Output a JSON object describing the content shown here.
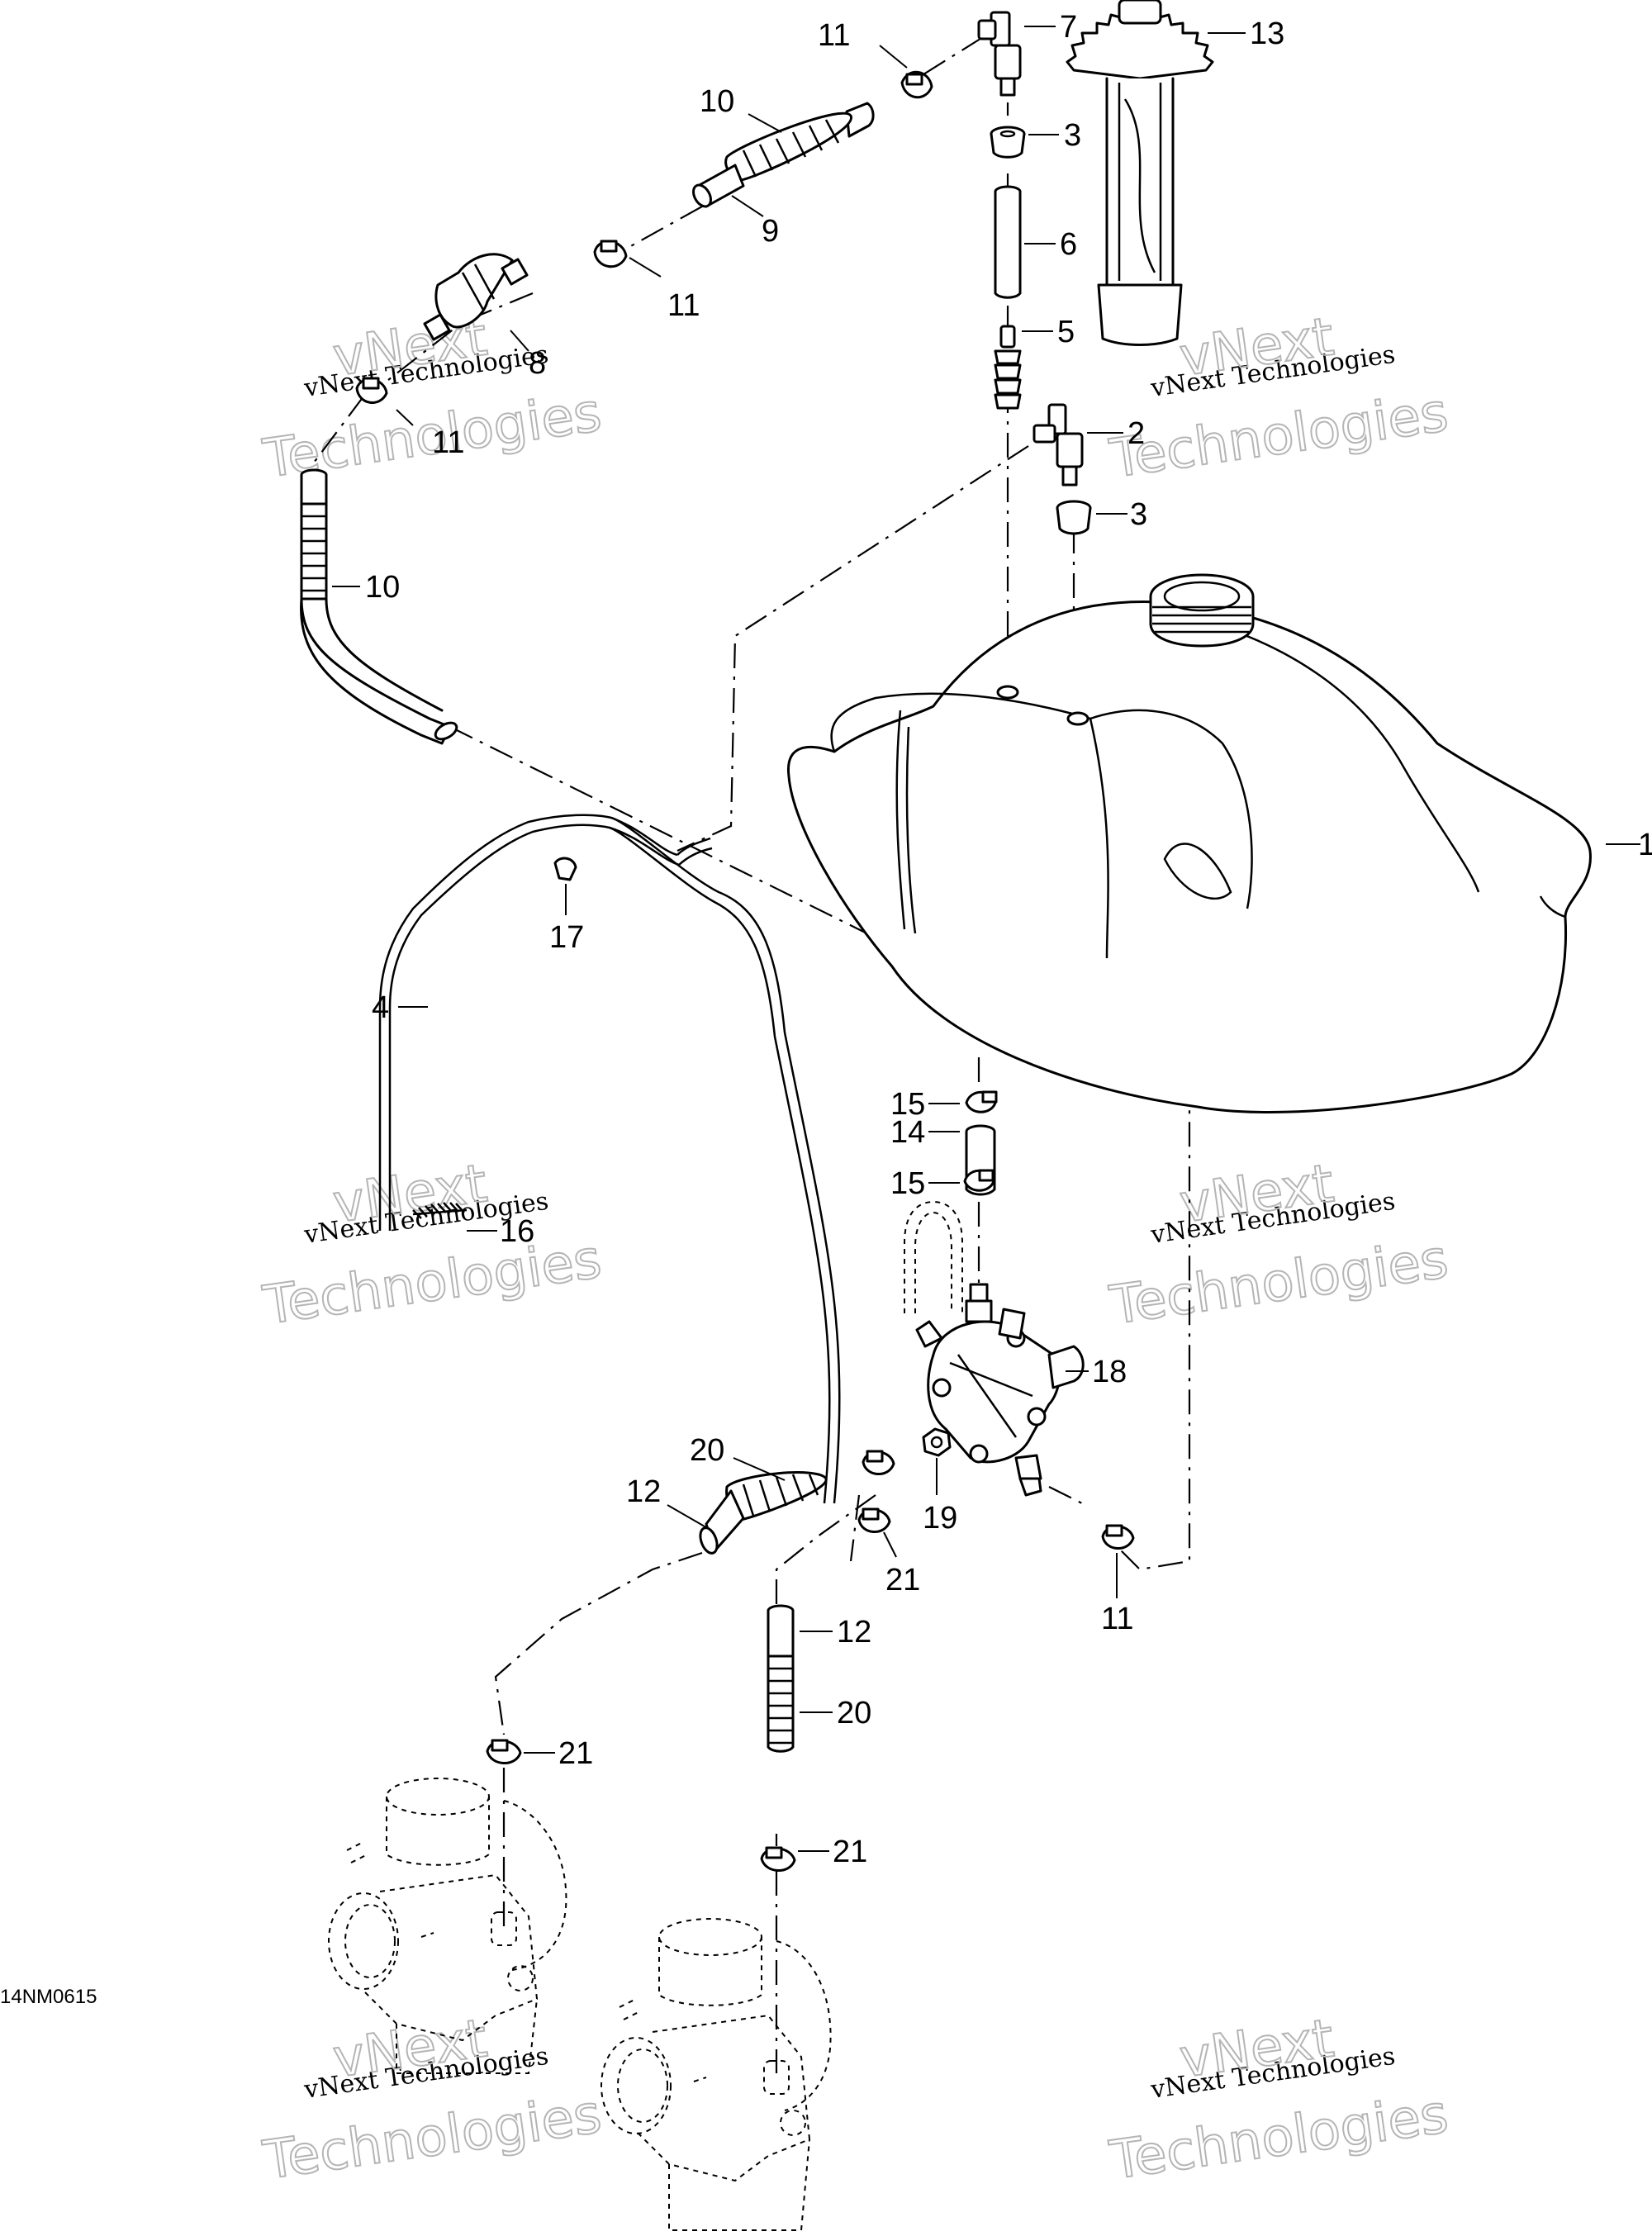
{
  "drawing_code": "14NM0615",
  "watermark": {
    "line1": "vNext Technologies",
    "line2": "Technologies",
    "arc": "vNext"
  },
  "callouts": [
    {
      "id": "c1",
      "text": "1"
    },
    {
      "id": "c2",
      "text": "2"
    },
    {
      "id": "c3a",
      "text": "3"
    },
    {
      "id": "c3b",
      "text": "3"
    },
    {
      "id": "c4",
      "text": "4"
    },
    {
      "id": "c5",
      "text": "5"
    },
    {
      "id": "c6",
      "text": "6"
    },
    {
      "id": "c7",
      "text": "7"
    },
    {
      "id": "c8",
      "text": "8"
    },
    {
      "id": "c9",
      "text": "9"
    },
    {
      "id": "c10a",
      "text": "10"
    },
    {
      "id": "c10b",
      "text": "10"
    },
    {
      "id": "c11a",
      "text": "11"
    },
    {
      "id": "c11b",
      "text": "11"
    },
    {
      "id": "c11c",
      "text": "11"
    },
    {
      "id": "c11d",
      "text": "11"
    },
    {
      "id": "c12a",
      "text": "12"
    },
    {
      "id": "c12b",
      "text": "12"
    },
    {
      "id": "c13",
      "text": "13"
    },
    {
      "id": "c14",
      "text": "14"
    },
    {
      "id": "c15a",
      "text": "15"
    },
    {
      "id": "c15b",
      "text": "15"
    },
    {
      "id": "c16",
      "text": "16"
    },
    {
      "id": "c17",
      "text": "17"
    },
    {
      "id": "c18",
      "text": "18"
    },
    {
      "id": "c19",
      "text": "19"
    },
    {
      "id": "c20a",
      "text": "20"
    },
    {
      "id": "c20b",
      "text": "20"
    },
    {
      "id": "c21a",
      "text": "21"
    },
    {
      "id": "c21b",
      "text": "21"
    },
    {
      "id": "c21c",
      "text": "21"
    }
  ]
}
